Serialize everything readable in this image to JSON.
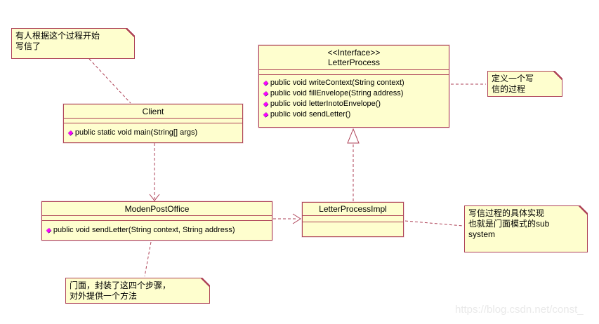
{
  "classes": {
    "client": {
      "name": "Client",
      "methods": [
        "public static void main(String[] args)"
      ]
    },
    "letter_process": {
      "stereotype": "<<Interface>>",
      "name": "LetterProcess",
      "methods": [
        "public void writeContext(String context)",
        "public void fillEnvelope(String address)",
        "public void letterInotoEnvelope()",
        "public void sendLetter()"
      ]
    },
    "moden_post_office": {
      "name": "ModenPostOffice",
      "methods": [
        "public void sendLetter(String context, String address)"
      ]
    },
    "letter_process_impl": {
      "name": "LetterProcessImpl",
      "methods": []
    }
  },
  "notes": {
    "start_writing": {
      "lines": [
        "有人根据这个过程开始",
        "写信了"
      ]
    },
    "define_process": {
      "lines": [
        "定义一个写",
        "信的过程"
      ]
    },
    "impl_subsystem": {
      "lines": [
        "写信过程的具体实现",
        "也就是门面模式的sub",
        "system"
      ]
    },
    "facade_steps": {
      "lines": [
        "门面，封装了这四个步骤，",
        "对外提供一个方法"
      ]
    }
  },
  "icons": {
    "method_diamond": "◆"
  },
  "watermark": {
    "text": "https://blog.csdn.net/const_"
  },
  "colors": {
    "box_fill": "#FEFECE",
    "box_border": "#AE4257",
    "connector": "#AE4257",
    "method_icon": "#FF00FF",
    "watermark": "#E9E9E9"
  }
}
